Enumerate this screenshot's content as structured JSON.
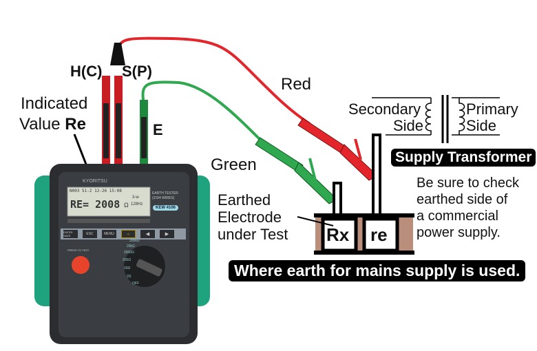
{
  "labels": {
    "hc": "H(C)",
    "sp": "S(P)",
    "e": "E",
    "indicated_line1": "Indicated",
    "indicated_line2": "Value",
    "indicated_re": "Re",
    "red": "Red",
    "green": "Green",
    "secondary_line1": "Secondary",
    "secondary_line2": "Side",
    "primary_line1": "Primary",
    "primary_line2": "Side",
    "supply_transformer": "Supply Transformer",
    "check_lines": [
      "Be sure to check",
      "earthed side of",
      "a commercial",
      "power supply."
    ],
    "earthed_lines": [
      "Earthed",
      "Electrode",
      "under Test"
    ],
    "rx": "Rx",
    "re": "re",
    "banner": "Where earth for mains supply is used."
  },
  "device": {
    "brand": "KYORITSU",
    "display_top": "N003  S1-2   12-26  15:08",
    "display_value": "RE= 2008",
    "display_unit": "Ω",
    "display_mode": "3-w",
    "display_freq": "128Hz",
    "title_line1": "EARTH TESTER",
    "title_line2": "(2/3/4 WIRES)",
    "model": "KEW 4106",
    "buttons": [
      "ENTER SAVE",
      "ESC",
      "MENU",
      "☼",
      "◀",
      "▶"
    ],
    "press_to_test": "PRESS TO TEST",
    "ranges": [
      "200kΩ",
      "20kΩ",
      "2000Ω",
      "200Ω",
      "20Ω",
      "2Ω",
      "OFF"
    ]
  },
  "colors": {
    "red_lead": "#e3262b",
    "green_lead": "#2fa84f",
    "earth": "#b98f7c",
    "case": "#2b2d30",
    "bumper": "#1fa37e"
  }
}
